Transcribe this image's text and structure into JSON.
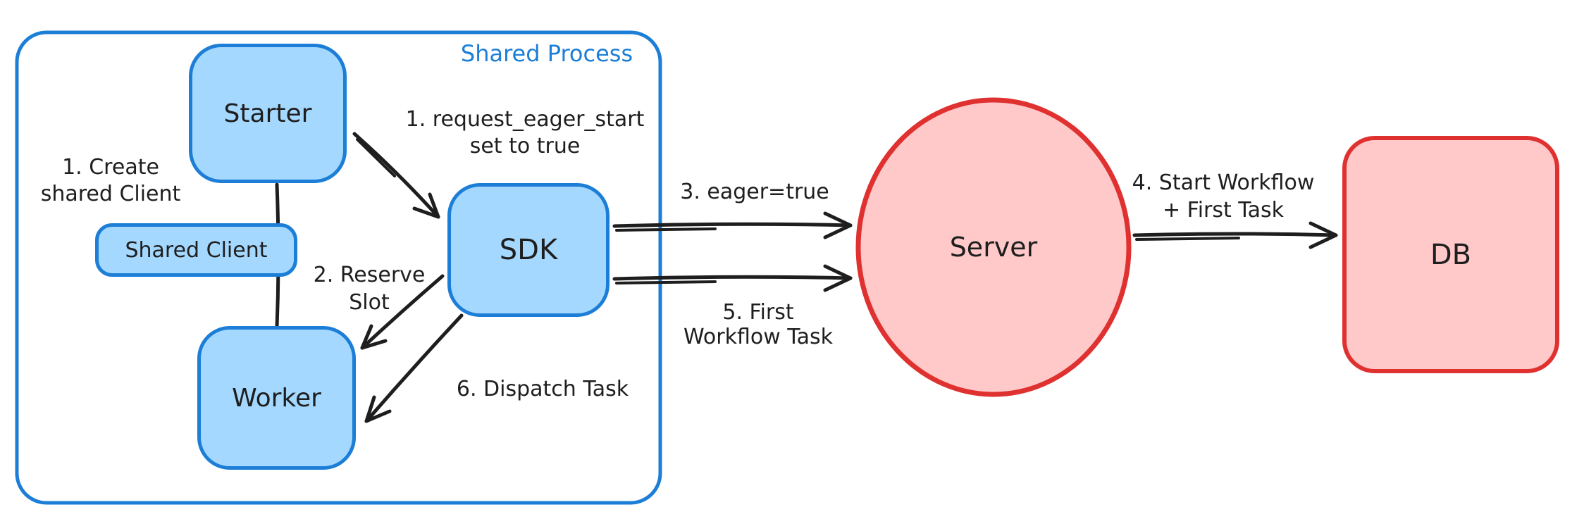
{
  "diagram": {
    "frame_title": "Shared Process",
    "colors": {
      "blue_stroke": "#1c7ed6",
      "blue_fill": "#a5d8ff",
      "red_stroke": "#e03131",
      "red_fill": "#ffc9c9",
      "ink": "#1e1e1e"
    },
    "nodes": {
      "starter": {
        "label": "Starter"
      },
      "shared_client": {
        "label": "Shared Client"
      },
      "worker": {
        "label": "Worker"
      },
      "sdk": {
        "label": "SDK"
      },
      "server": {
        "label": "Server"
      },
      "db": {
        "label": "DB"
      }
    },
    "annotations": {
      "create_shared_client": {
        "line1": "1. Create",
        "line2": "shared Client"
      },
      "request_eager_start": {
        "line1": "1. request_eager_start",
        "line2": "set to true"
      },
      "reserve_slot": {
        "line1": "2. Reserve",
        "line2": "Slot"
      },
      "eager_true": {
        "line1": "3. eager=true"
      },
      "start_workflow": {
        "line1": "4. Start Workflow",
        "line2": "+ First Task"
      },
      "first_workflow_task": {
        "line1": "5. First",
        "line2": "Workflow Task"
      },
      "dispatch_task": {
        "line1": "6. Dispatch Task"
      }
    }
  }
}
